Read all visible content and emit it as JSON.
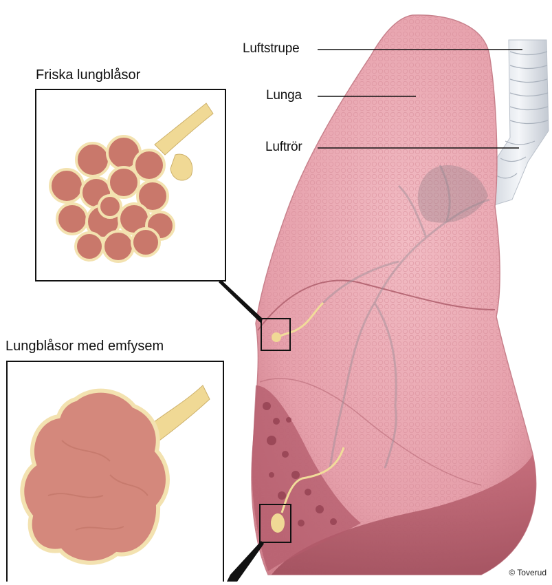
{
  "labels": {
    "luftstrupe": "Luftstrupe",
    "lunga": "Lunga",
    "luftror": "Luftrör"
  },
  "insets": {
    "healthy_title": "Friska lungblåsor",
    "emphysema_title": "Lungblåsor med emfysem"
  },
  "credit": "© Toverud",
  "colors": {
    "lung_pink": "#e7a3ad",
    "lung_dark": "#c97581",
    "alveoli_fill": "#c9786b",
    "alveoli_rim": "#f3e2b0",
    "bronchus": "#f1dc9a",
    "trachea": "#e4e8ee",
    "leader_line": "#111111"
  }
}
